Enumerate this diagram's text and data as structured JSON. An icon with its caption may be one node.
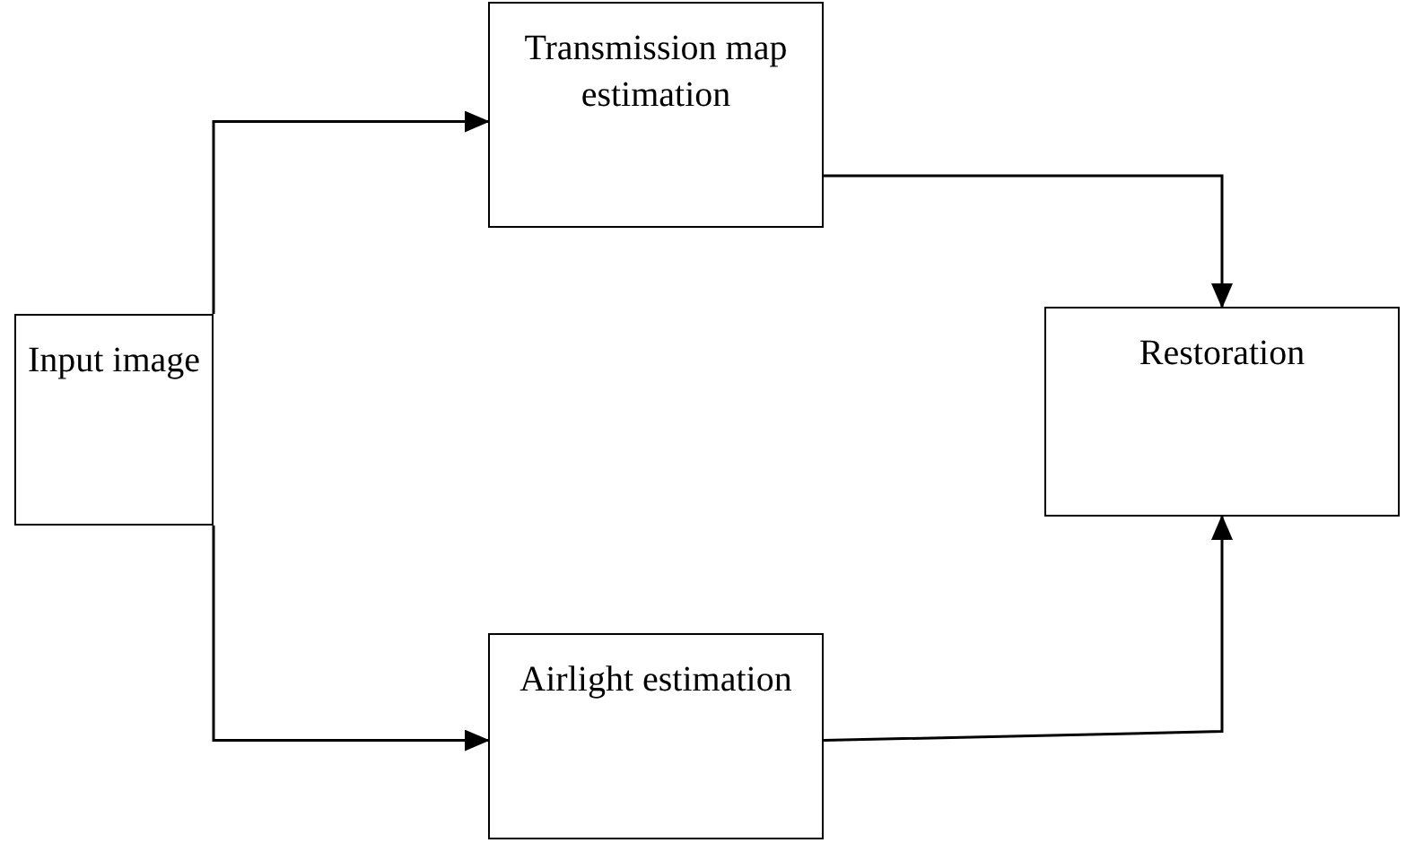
{
  "diagram": {
    "nodes": [
      {
        "text": [
          "Input image"
        ]
      },
      {
        "text": [
          "Transmission map estimation"
        ]
      },
      {
        "text": [
          "Restoration"
        ]
      },
      {
        "text": [
          "Airlight estimation"
        ]
      }
    ],
    "edges": [
      {
        "from": 0,
        "to": 1,
        "arrow": "to"
      },
      {
        "from": 0,
        "to": 3,
        "arrow": "to"
      },
      {
        "from": 1,
        "to": 2,
        "arrow": "to"
      },
      {
        "from": 3,
        "to": 2,
        "arrow": "to"
      }
    ]
  }
}
